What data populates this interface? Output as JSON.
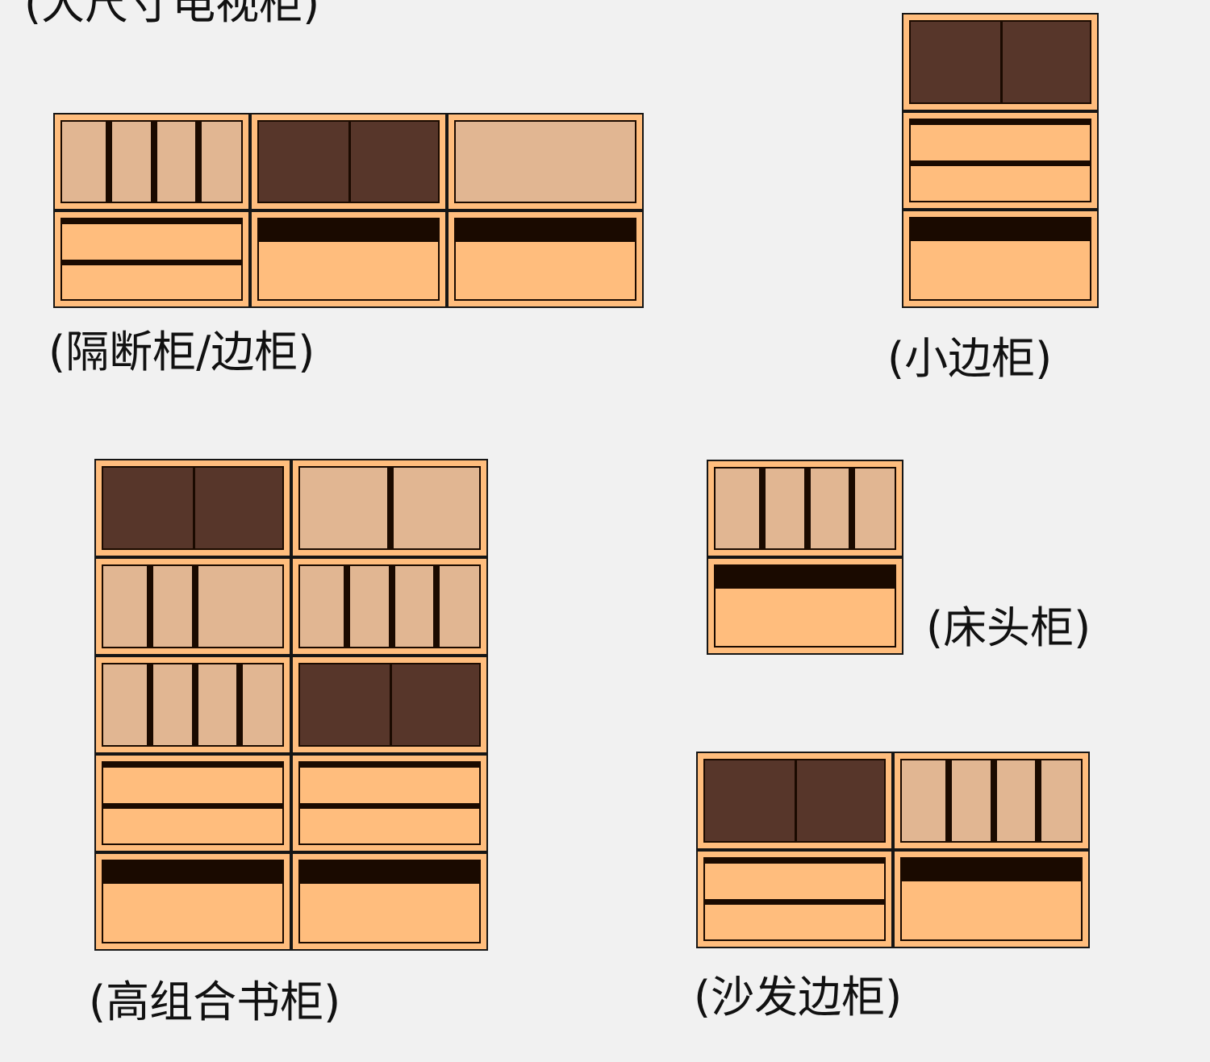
{
  "labels": {
    "top": "(大尺寸电视柜)",
    "partition": "(隔断柜/边柜)",
    "small_side": "(小边柜)",
    "bedside": "(床头柜)",
    "tall_bookcase": "(高组合书柜)",
    "sofa_side": "(沙发边柜)"
  },
  "colors": {
    "background": "#f1f1f1",
    "frame": "#ffbd7d",
    "dark_door": "#57362a",
    "light_door": "#e1b692",
    "drawer_face": "#ffbd7d",
    "line": "#1a0a00"
  }
}
